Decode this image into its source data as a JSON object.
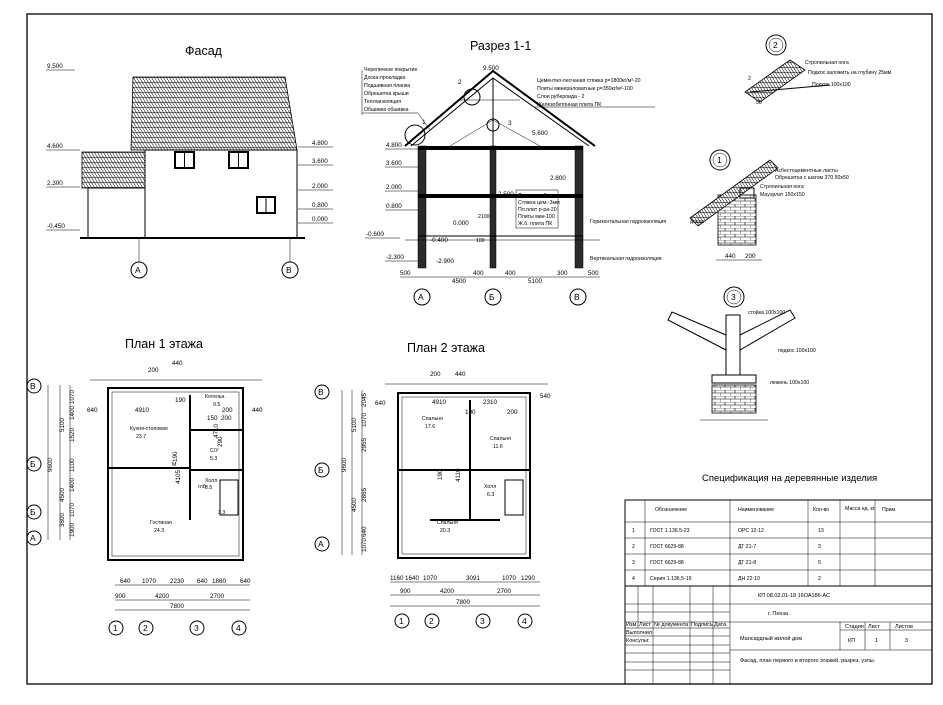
{
  "facade": {
    "title": "Фасад",
    "levels": [
      "9.500",
      "4.600",
      "2.300",
      "-0.450",
      "4.800",
      "3.600",
      "2.000",
      "0.800",
      "0.000"
    ],
    "axes": [
      "А",
      "В"
    ]
  },
  "section": {
    "title": "Разрез 1-1",
    "notes_left": [
      "Черепичное покрытие",
      "Доска-прокладка",
      "Подшивная планка",
      "Обрешетка крыши",
      "Теплоизоляция",
      "Обшивка обшивка"
    ],
    "notes_right": [
      "Цементно-песчаная стяжка р=1800кг/м³-20",
      "Плиты минераловатные р=350кг/м³-100",
      "Слои рубероида - 2",
      "Железобетонная плита ПК"
    ],
    "notes_floor": [
      "Линолеум-6мм",
      "Стяжка цем.-3мм",
      "Пл.плит р-ра-20",
      "Плиты мин-100",
      "Ж.б. плита ПК"
    ],
    "callouts": [
      "1",
      "2",
      "3"
    ],
    "levels_left": [
      "4.800",
      "3.600",
      "2.000",
      "0.800",
      "-0.600",
      "-2.300"
    ],
    "levels_inner": [
      "9.500",
      "5.600",
      "2.800",
      "2.500",
      "0.000",
      "-0.400",
      "-2.900"
    ],
    "dims_small": [
      "2100",
      "100"
    ],
    "dims": [
      "500",
      "4500",
      "400",
      "400",
      "5100",
      "300",
      "500"
    ],
    "axes": [
      "А",
      "Б",
      "В"
    ],
    "labels_right": [
      "Горизонтальная гидроизоляция",
      "Вертикальная гидроизоляция"
    ]
  },
  "node2": {
    "num": "2",
    "labels": [
      "Стропильная нога",
      "Подкос заложить на глубину 25мм",
      "Подкос 100х100"
    ],
    "dims": [
      "2",
      "50"
    ]
  },
  "node1": {
    "num": "1",
    "labels": [
      "Асбестоцементные листы",
      "Обрешетка с шагом 370 50х50",
      "Стропильная нога",
      "Мауэрлат 150х150"
    ],
    "extra": "доска",
    "dims": [
      "440",
      "200"
    ]
  },
  "node3": {
    "num": "3",
    "labels": [
      "стойка 100х100",
      "подкос 100х100",
      "лежень 100х100"
    ]
  },
  "plan1": {
    "title": "План 1 этажа",
    "rooms": [
      {
        "name": "Котельн.",
        "area": "9.5"
      },
      {
        "name": "Кухня-столовая",
        "area": "23.7"
      },
      {
        "name": "С/У",
        "area": "5.3"
      },
      {
        "name": "Холл",
        "area": "8.5"
      },
      {
        "name": "Гостиная",
        "area": "24.3"
      }
    ],
    "extra": [
      "3.3",
      "глб",
      "М"
    ],
    "dims_top": [
      "200",
      "440",
      "4910",
      "190",
      "200",
      "440",
      "640",
      "150",
      "200"
    ],
    "dims_inner": [
      "4710",
      "4105",
      "290",
      "190"
    ],
    "dims_left": [
      "1070",
      "1400",
      "1520",
      "1100",
      "1400",
      "1070",
      "1900",
      "9600",
      "5100",
      "4500",
      "3600"
    ],
    "dims_bottom": [
      "640",
      "1070",
      "2230",
      "640",
      "1860",
      "640",
      "900",
      "4200",
      "2700",
      "7800"
    ],
    "axes_left": [
      "В",
      "Б",
      "Б",
      "А"
    ],
    "axes_bottom": [
      "1",
      "2",
      "3",
      "4"
    ]
  },
  "plan2": {
    "title": "План 2 этажа",
    "rooms": [
      {
        "name": "Спальня",
        "area": "17.6"
      },
      {
        "name": "Спальня",
        "area": "11.6"
      },
      {
        "name": "Холл",
        "area": "6.3"
      },
      {
        "name": "Спальня",
        "area": "20.3"
      }
    ],
    "dims_top": [
      "200",
      "440",
      "4910",
      "2310",
      "190",
      "200",
      "640",
      "540"
    ],
    "dims_inner": [
      "4110",
      "190"
    ],
    "dims_left": [
      "2045",
      "1070",
      "2955",
      "2865",
      "5100",
      "4500",
      "9600",
      "640",
      "1070"
    ],
    "dims_bottom": [
      "1160",
      "1640",
      "1070",
      "3091",
      "1070",
      "1290",
      "900",
      "4200",
      "2700",
      "7800"
    ],
    "axes_left": [
      "В",
      "Б",
      "А"
    ],
    "axes_bottom": [
      "1",
      "2",
      "3",
      "4"
    ]
  },
  "spec": {
    "title": "Спецификация на деревянные изделия",
    "headers": [
      "Обозначение",
      "Наименование",
      "Кол-во",
      "Масса ед. кг.",
      "Прим."
    ],
    "rows": [
      {
        "n": "1",
        "doc": "ГОСТ 1.136.5-23",
        "name": "ОРС 12-12",
        "qty": "13"
      },
      {
        "n": "2",
        "doc": "ГОСТ 6629-88",
        "name": "ДГ 21-7",
        "qty": "3"
      },
      {
        "n": "3",
        "doc": "ГОСТ 6629-88",
        "name": "ДГ 21-8",
        "qty": "5"
      },
      {
        "n": "4",
        "doc": "Серия 1.136.5-19",
        "name": "ДН 22-10",
        "qty": "2"
      }
    ]
  },
  "stamp": {
    "code": "КП 08.02.01-18   16ОА186-АС",
    "city": "г. Пенза",
    "object": "Мансардный жилой дом",
    "sheet_desc": "Фасад, план первого и второго этажей, разрез, узлы.",
    "stage_label": "Стадия",
    "sheet_label": "Лист",
    "sheets_label": "Листов",
    "stage": "КП",
    "sheet": "1",
    "sheets": "3",
    "col_labels": [
      "Изм.",
      "Лист",
      "№ документа",
      "Подпись",
      "Дата"
    ],
    "roles": [
      "Выполнил",
      "Консульт."
    ]
  }
}
